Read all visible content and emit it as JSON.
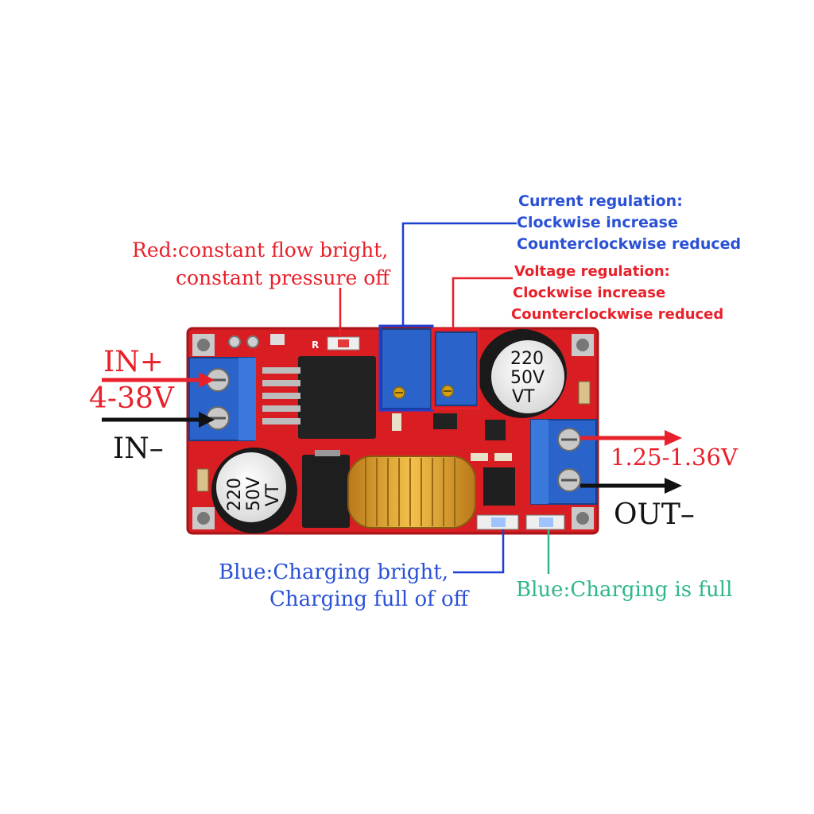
{
  "annotations": {
    "led_red": {
      "line1": "Red:constant flow bright,",
      "line2": "constant pressure off"
    },
    "current_regulation": {
      "title": "Current regulation:",
      "line1": "Clockwise increase",
      "line2": "Counterclockwise reduced"
    },
    "voltage_regulation": {
      "title": "Voltage regulation:",
      "line1": "Clockwise increase",
      "line2": "Counterclockwise reduced"
    },
    "input": {
      "plus": "IN+",
      "range": "4-38V",
      "minus": "IN–"
    },
    "output": {
      "range": "1.25-1.36V",
      "minus": "OUT–"
    },
    "led_blue_charging": {
      "line1": "Blue:Charging bright,",
      "line2": "Charging full of off"
    },
    "led_blue_full": {
      "text": "Blue:Charging is full"
    }
  },
  "board": {
    "capacitor_top": {
      "l1": "220",
      "l2": "50V",
      "l3": "VT"
    },
    "capacitor_bottom": {
      "l1": "220",
      "l2": "50V",
      "l3": "VT"
    },
    "silk_r": "R"
  },
  "colors": {
    "pcb": "#d81e22",
    "terminal": "#2a63c9",
    "annotation_red": "#e8202a",
    "annotation_blue": "#2a50d6",
    "annotation_green": "#2fb888",
    "coil": "#e0a526"
  }
}
